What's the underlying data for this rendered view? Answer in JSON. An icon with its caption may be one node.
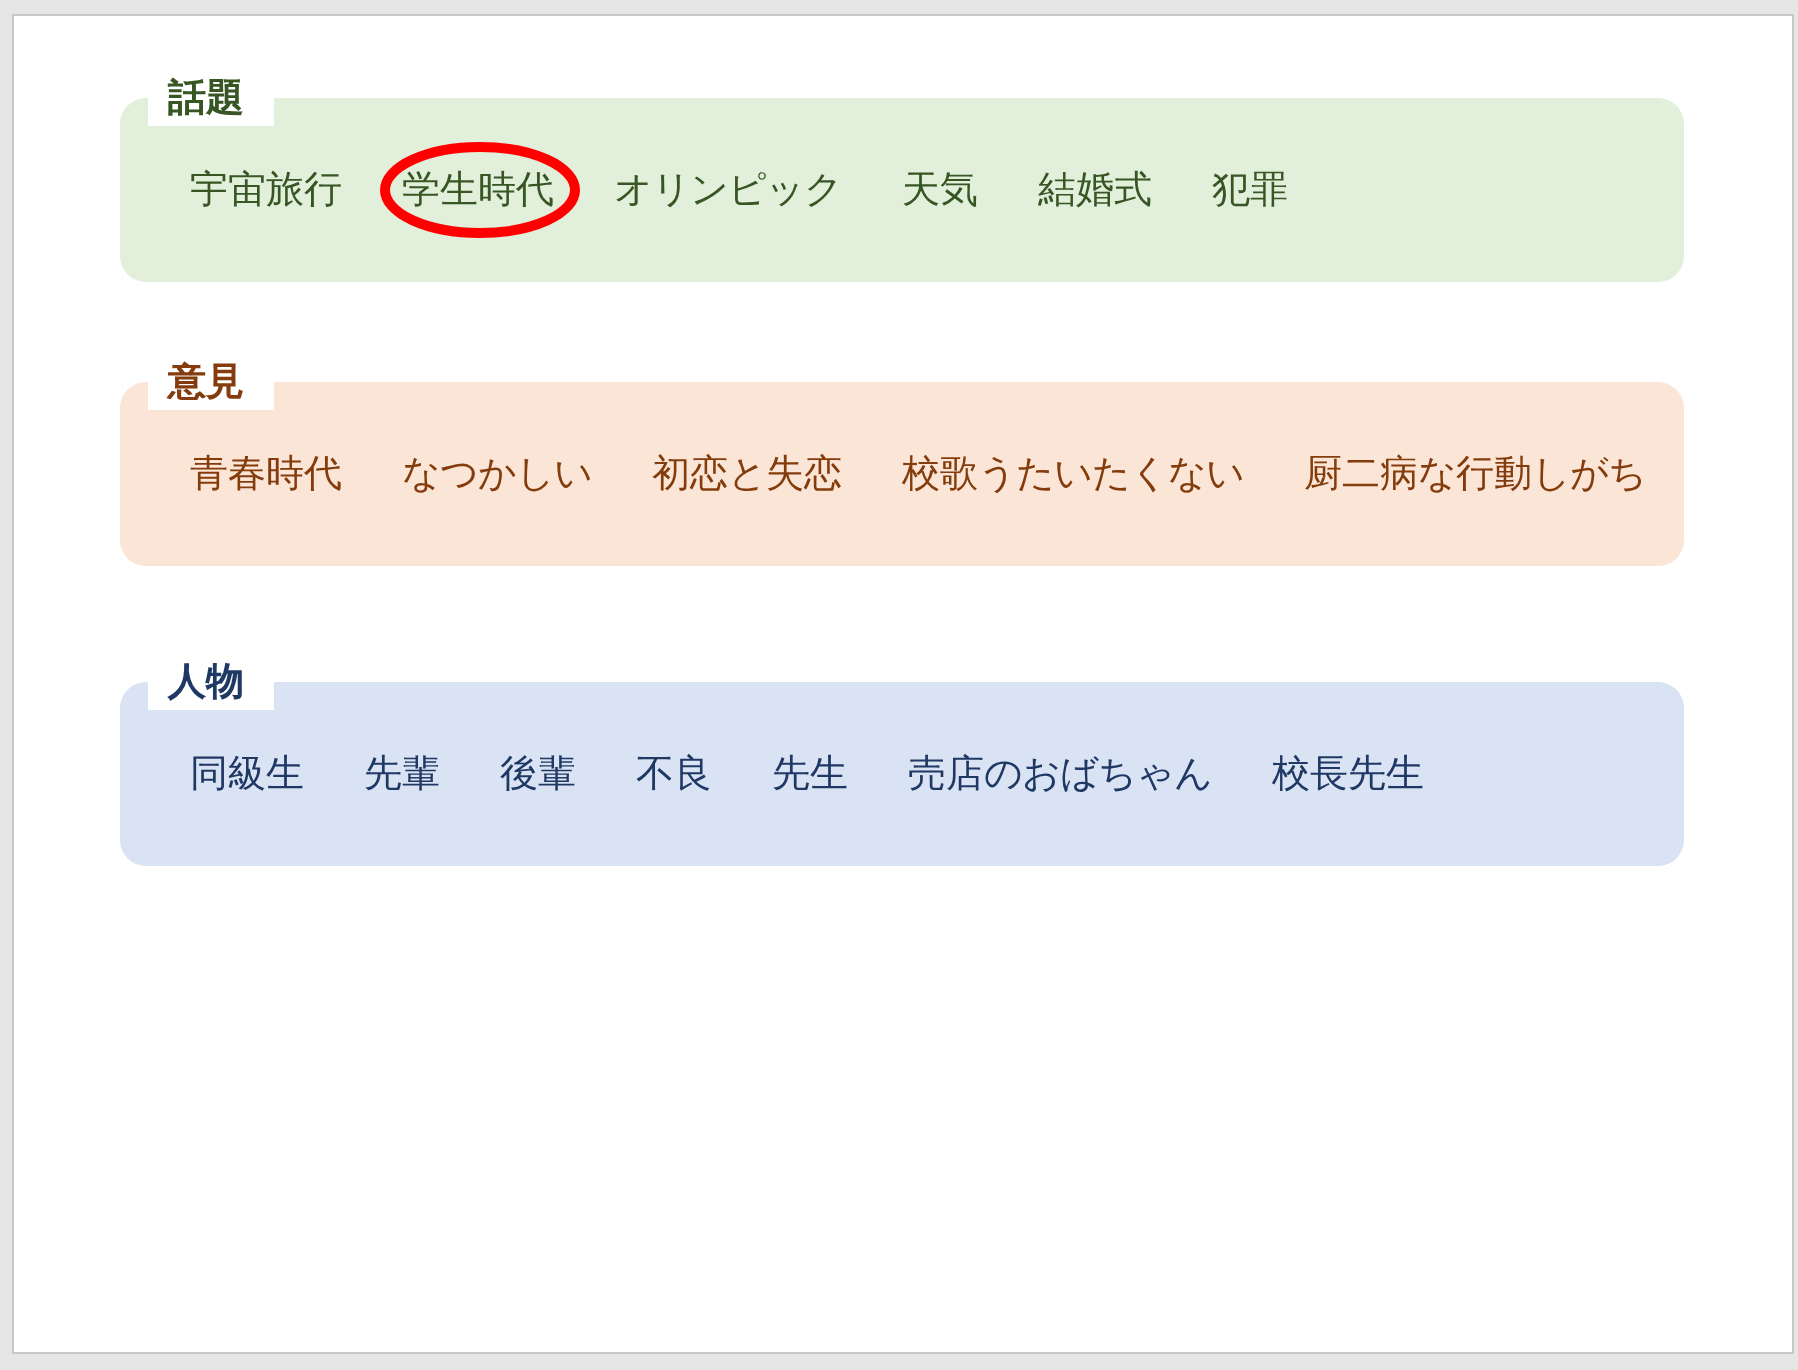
{
  "diagram": {
    "nodes": [
      {
        "text": [
          "話題",
          "宇宙旅行",
          "オリンピック",
          "天気",
          "結婚式",
          "犯罪"
        ]
      },
      {
        "text": [
          "学生時代"
        ],
        "in": 0
      },
      {
        "text": [
          "意見",
          "青春時代",
          "なつかしい",
          "初恋と失恋",
          "校歌うたいたくない",
          "厨二病な行動しがち"
        ]
      },
      {
        "text": [
          "人物",
          "同級生",
          "先輩",
          "後輩",
          "不良",
          "先生",
          "売店のおばちゃん",
          "校長先生"
        ]
      }
    ]
  }
}
